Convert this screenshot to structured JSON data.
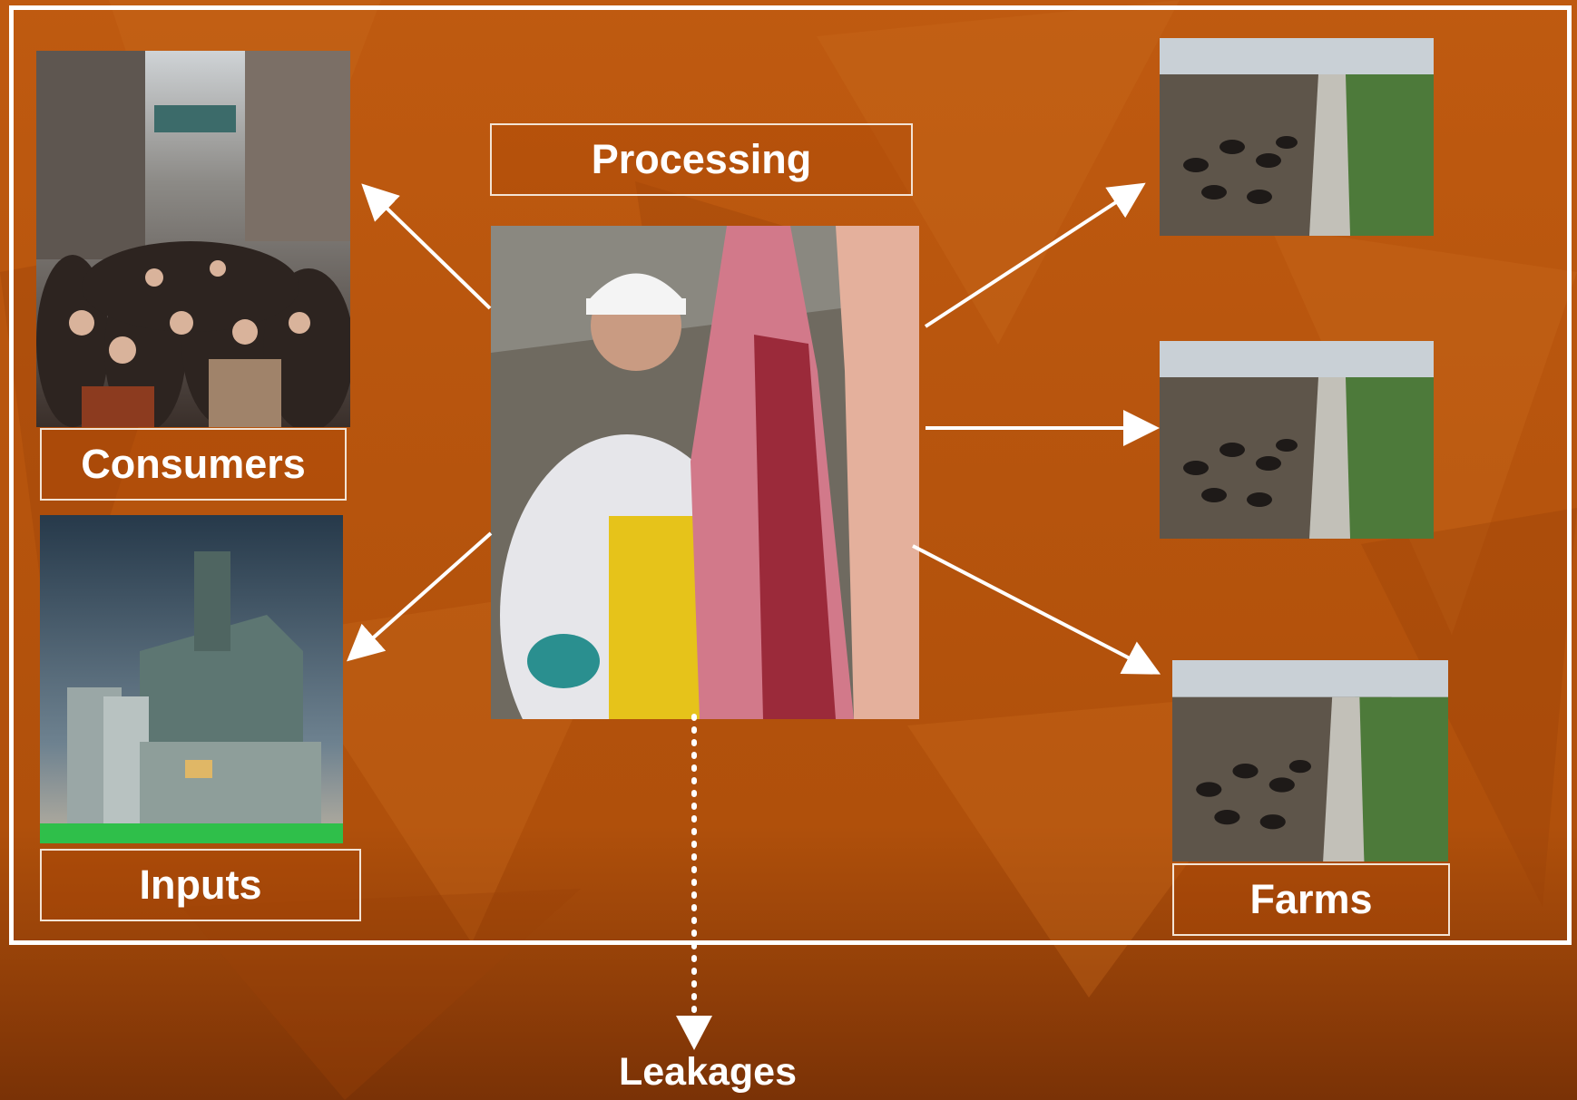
{
  "labels": {
    "processing": "Processing",
    "consumers": "Consumers",
    "inputs": "Inputs",
    "farms": "Farms",
    "leakages": "Leakages"
  },
  "colors": {
    "background": "#b4520c",
    "frame": "#ffffff",
    "arrow": "#ffffff"
  },
  "icons": {
    "consumers": "crowd-photo",
    "inputs": "grain-elevator-photo",
    "processing": "butcher-with-carcass-photo",
    "farms": "pig-barn-photo"
  }
}
